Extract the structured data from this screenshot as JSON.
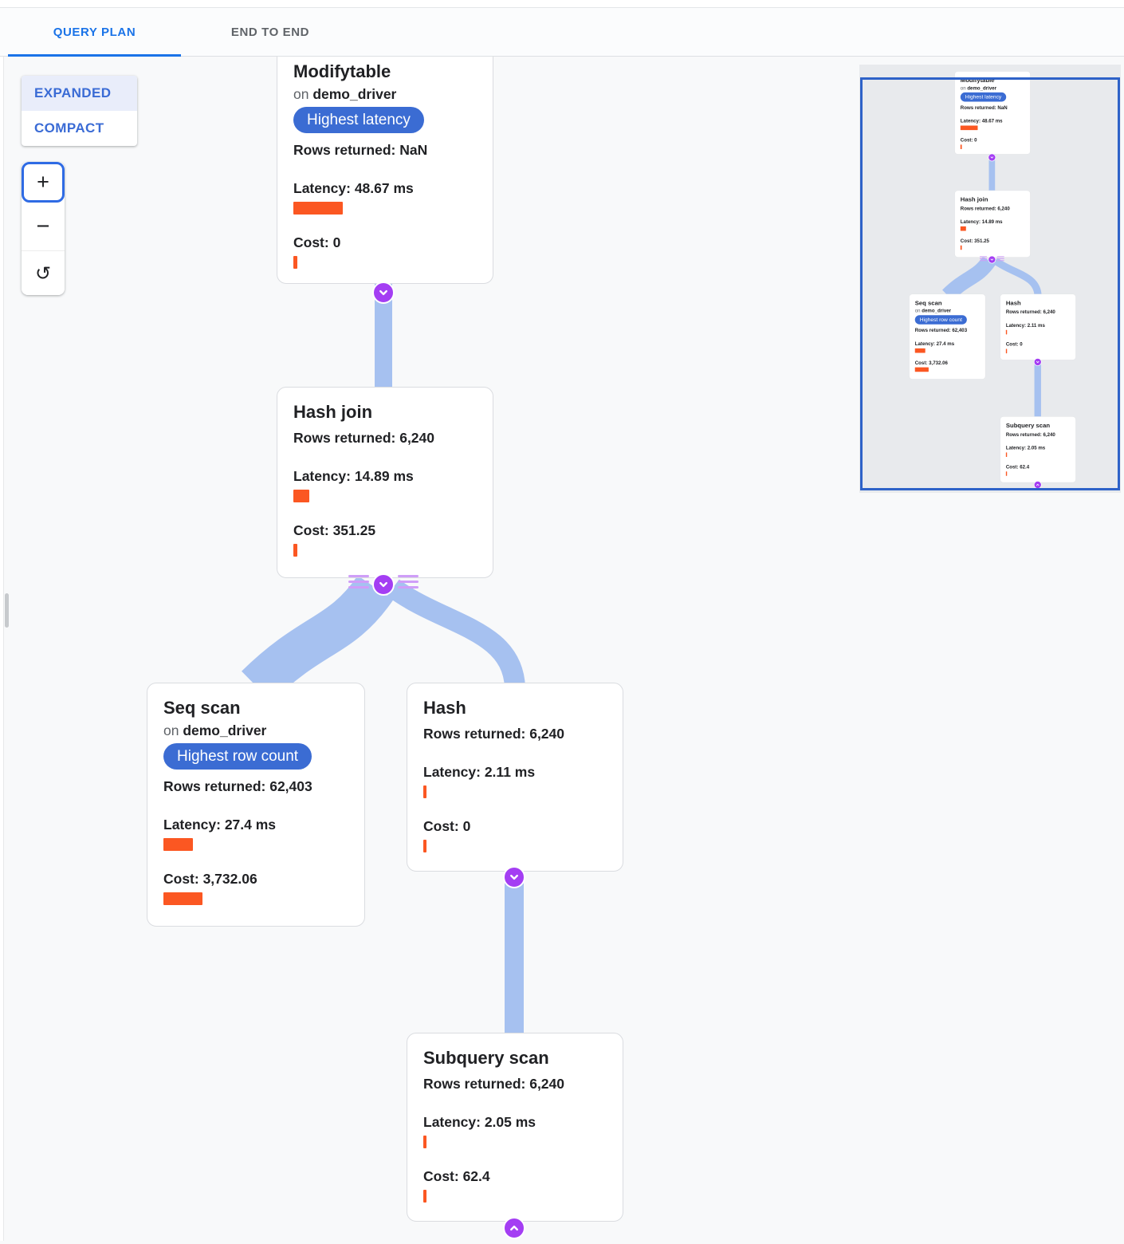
{
  "tabs": [
    {
      "label": "QUERY PLAN",
      "active": true
    },
    {
      "label": "END TO END",
      "active": false
    }
  ],
  "view_modes": {
    "expanded_label": "EXPANDED",
    "compact_label": "COMPACT",
    "selected": "EXPANDED"
  },
  "zoom_controls": {
    "zoom_in_label": "+",
    "zoom_out_label": "−",
    "reset_icon": "↺"
  },
  "colors": {
    "active_tab_blue": "#1a73e8",
    "badge_blue": "#3b6cd3",
    "bar_orange": "#fb5722",
    "edge_blue": "#a6c1f0",
    "junction_purple": "#a43ef3",
    "minimap_viewport_blue": "#2e62c8"
  },
  "plan_tree": {
    "nodes": {
      "modifytable": {
        "title": "Modifytable",
        "on_label": "on ",
        "table": "demo_driver",
        "badge": "Highest latency",
        "rows": "Rows returned: NaN",
        "latency": "Latency: 48.67 ms",
        "cost": "Cost: 0",
        "latency_bar": 62,
        "cost_bar": 5
      },
      "hash_join": {
        "title": "Hash join",
        "rows": "Rows returned: 6,240",
        "latency": "Latency: 14.89 ms",
        "cost": "Cost: 351.25",
        "latency_bar": 20,
        "cost_bar": 5
      },
      "seq_scan": {
        "title": "Seq scan",
        "on_label": "on ",
        "table": "demo_driver",
        "badge": "Highest row count",
        "rows": "Rows returned: 62,403",
        "latency": "Latency: 27.4 ms",
        "cost": "Cost: 3,732.06",
        "latency_bar": 37,
        "cost_bar": 49
      },
      "hash": {
        "title": "Hash",
        "rows": "Rows returned: 6,240",
        "latency": "Latency: 2.11 ms",
        "cost": "Cost: 0",
        "latency_bar": 4,
        "cost_bar": 4
      },
      "subquery_scan": {
        "title": "Subquery scan",
        "rows": "Rows returned: 6,240",
        "latency": "Latency: 2.05 ms",
        "cost": "Cost: 62.4",
        "latency_bar": 4,
        "cost_bar": 4
      }
    },
    "edges": [
      {
        "from": "modifytable",
        "to": "hash_join"
      },
      {
        "from": "hash_join",
        "to": "seq_scan"
      },
      {
        "from": "hash_join",
        "to": "hash"
      },
      {
        "from": "hash",
        "to": "subquery_scan"
      }
    ]
  }
}
